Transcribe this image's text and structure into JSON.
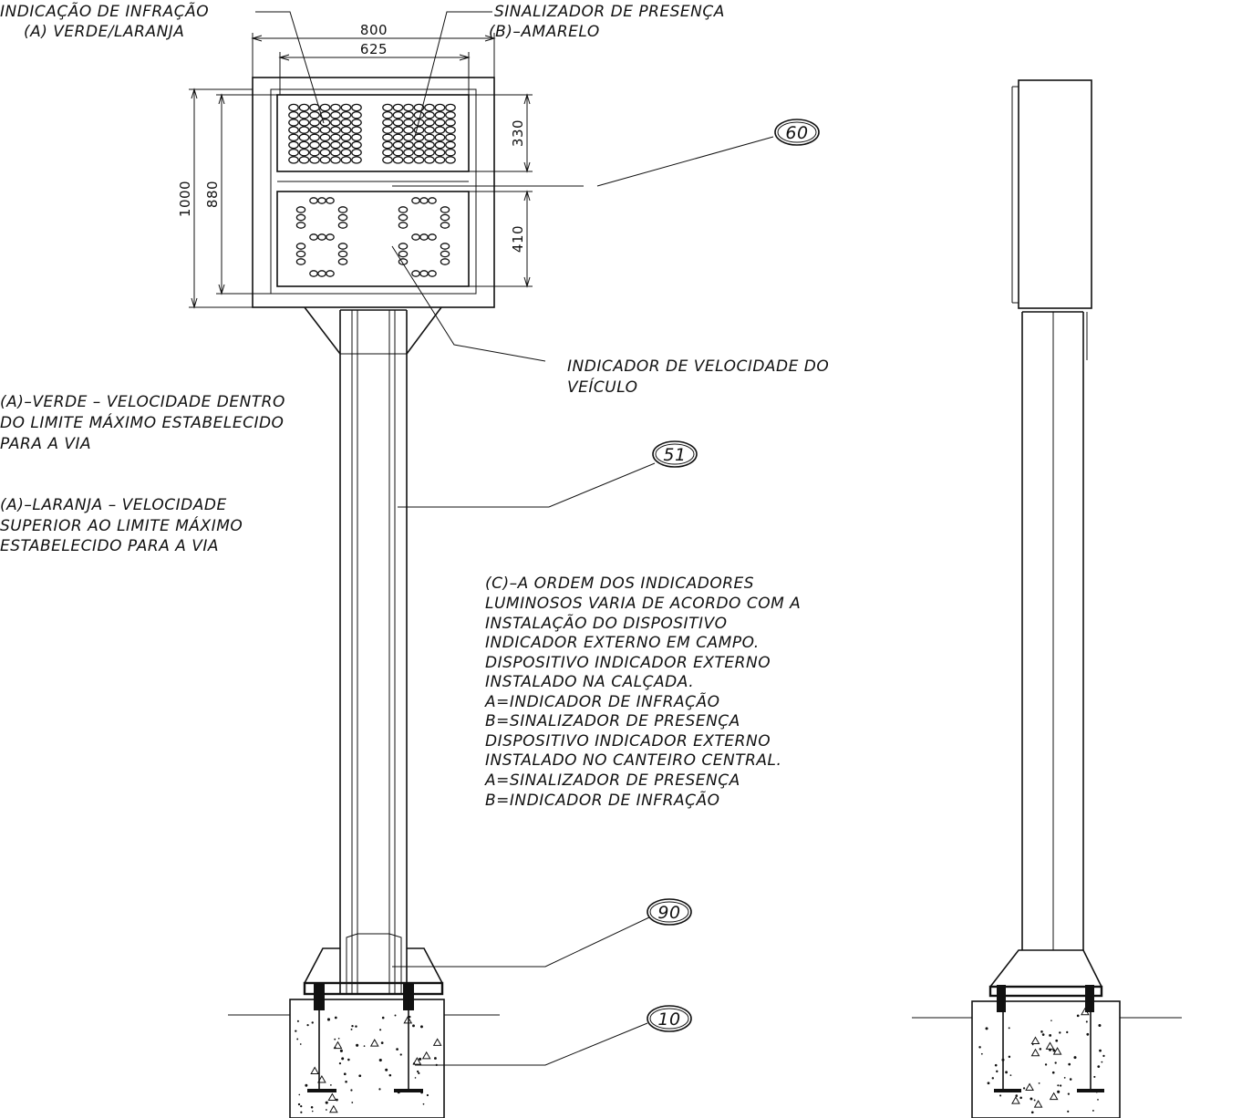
{
  "labels": {
    "infraction_title": "INDICAÇÃO DE INFRAÇÃO",
    "infraction_colors": "(A) VERDE/LARANJA",
    "presence_title": "SINALIZADOR DE PRESENÇA",
    "presence_color": "(B)–AMARELO",
    "speed_indicator_line1": "INDICADOR DE VELOCIDADE DO",
    "speed_indicator_line2": "VEÍCULO"
  },
  "dimensions": {
    "width_total": "800",
    "width_inner": "625",
    "height_total": "1000",
    "height_inner": "880",
    "height_top_panel": "330",
    "height_bottom_panel": "410"
  },
  "callouts": {
    "panel": "60",
    "post": "51",
    "base_plate": "90",
    "foundation": "10"
  },
  "notes": {
    "green_note": [
      "(A)–VERDE – VELOCIDADE DENTRO",
      "DO LIMITE MÁXIMO ESTABELECIDO",
      "PARA A VIA"
    ],
    "orange_note": [
      "(A)–LARANJA – VELOCIDADE",
      "SUPERIOR AO LIMITE MÁXIMO",
      "ESTABELECIDO PARA A VIA"
    ],
    "order_note": [
      "(C)–A ORDEM DOS INDICADORES",
      "LUMINOSOS VARIA DE ACORDO COM A",
      "INSTALAÇÃO DO DISPOSITIVO",
      "INDICADOR EXTERNO EM CAMPO.",
      "DISPOSITIVO INDICADOR EXTERNO",
      "INSTALADO NA CALÇADA.",
      "A=INDICADOR DE INFRAÇÃO",
      "B=SINALIZADOR DE PRESENÇA",
      "DISPOSITIVO INDICADOR EXTERNO",
      "INSTALADO NO CANTEIRO CENTRAL.",
      "A=SINALIZADOR DE PRESENÇA",
      "B=INDICADOR DE INFRAÇÃO"
    ]
  }
}
